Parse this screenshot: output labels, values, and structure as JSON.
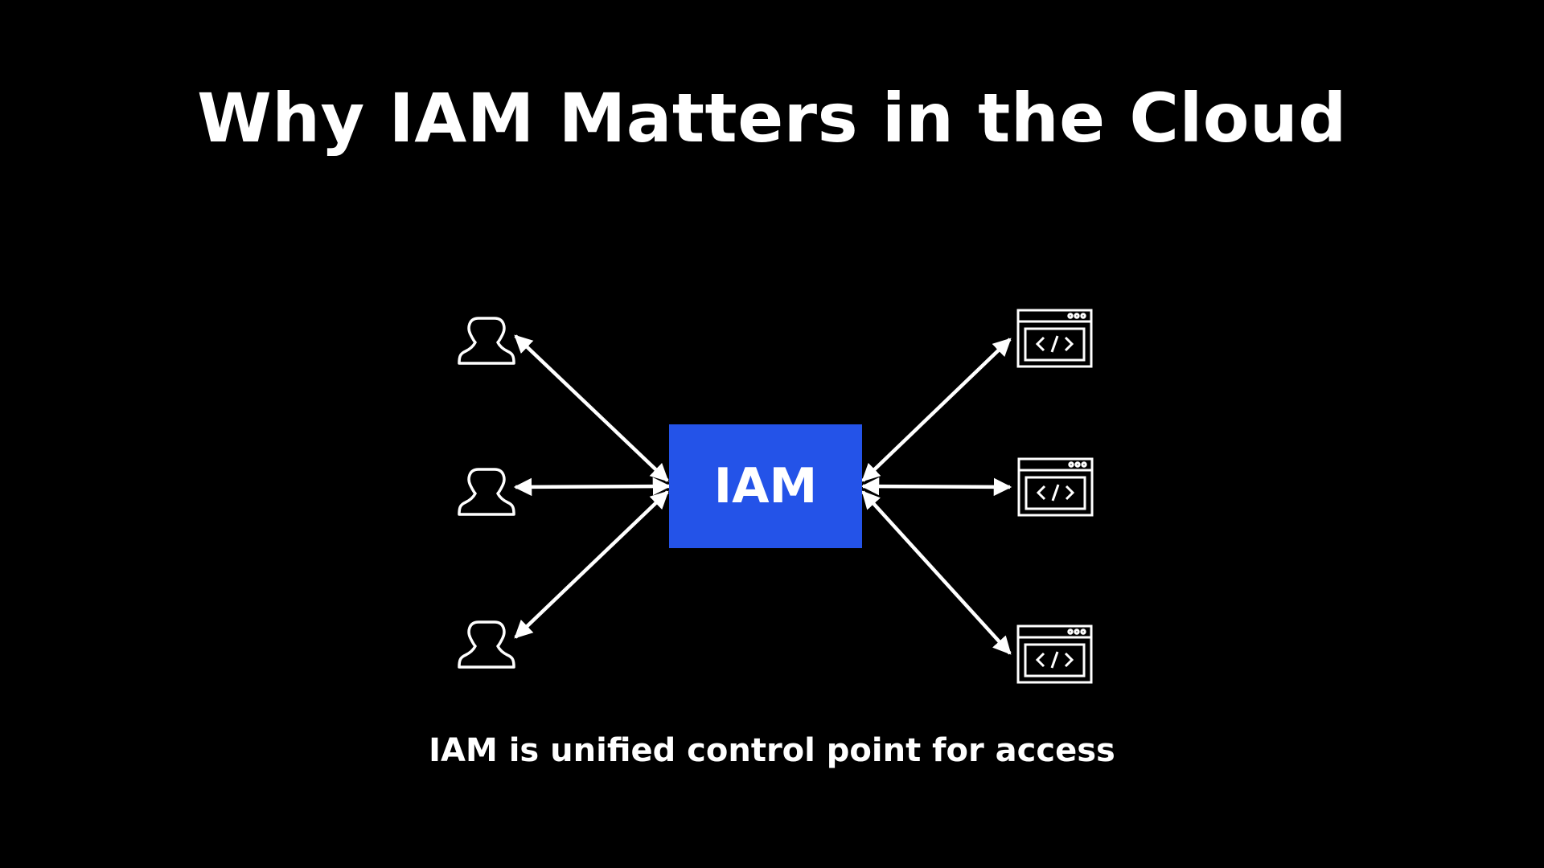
{
  "slide": {
    "title": "Why IAM Matters in the Cloud",
    "caption": "IAM is unified control point for access"
  },
  "diagram": {
    "center": {
      "label": "IAM",
      "color": "#2453e8"
    },
    "left_nodes": [
      {
        "icon": "user-icon"
      },
      {
        "icon": "user-icon"
      },
      {
        "icon": "user-icon"
      }
    ],
    "right_nodes": [
      {
        "icon": "code-window-icon"
      },
      {
        "icon": "code-window-icon"
      },
      {
        "icon": "code-window-icon"
      }
    ],
    "connector_color": "#ffffff",
    "connector_style": "double-headed-arrow"
  }
}
